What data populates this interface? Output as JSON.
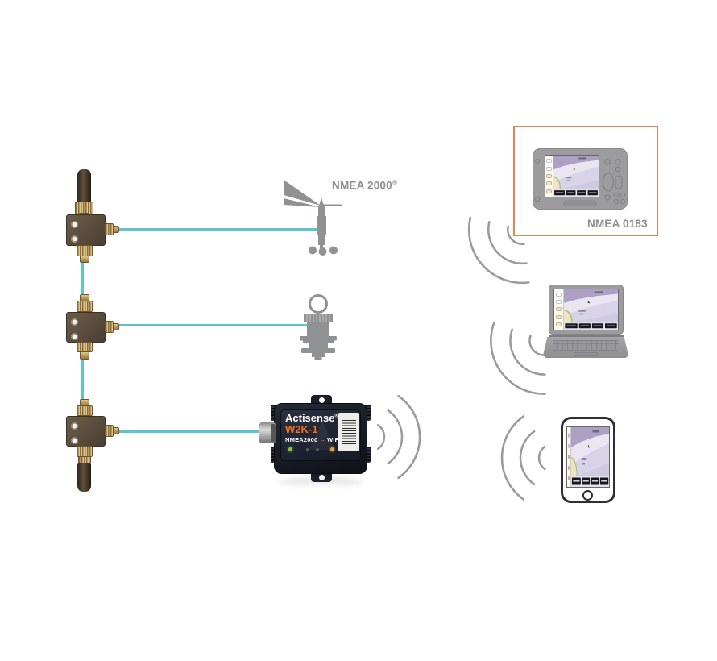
{
  "labels": {
    "backbone": {
      "text": "NMEA 2000",
      "sup": "®"
    },
    "output": {
      "text": "NMEA 0183"
    }
  },
  "gateway": {
    "brand": "Actisense",
    "brand_sup": "®",
    "model": "W2K-1",
    "protocol_left": "NMEA2000",
    "protocol_sep": "↔",
    "protocol_right": "WiFi"
  },
  "colors": {
    "cable_cyan": "#5fc2cf",
    "highlight_orange": "#dd8656",
    "brand_orange": "#f4731f",
    "device_gray": "#8f9193",
    "label_gray": "#8e8e8e",
    "led_green": "#8bc63f",
    "led_amber": "#e3a13c"
  },
  "icons": {
    "wifi": "wifi-signal-arcs",
    "wind_sensor": "wind-vane-silhouette",
    "depth_transducer": "transducer-silhouette",
    "t_connector": "nmea2000-t-connector",
    "terminator": "nmea2000-terminator",
    "chartplotter": "chartplotter-display",
    "laptop": "laptop-display",
    "phone": "smartphone-display",
    "barcode": "barcode-label"
  }
}
